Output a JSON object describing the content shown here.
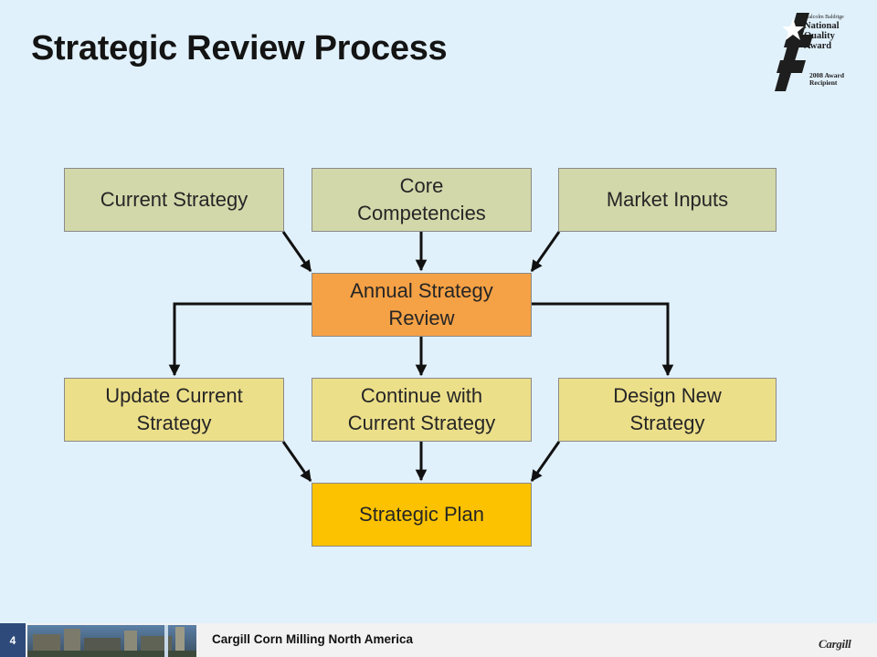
{
  "slide": {
    "title": "Strategic Review Process",
    "page_number": "4"
  },
  "award_logo": {
    "icon": "baldrige-award-star-icon",
    "line1": "Malcolm Baldrige",
    "line2": "National",
    "line3": "Quality",
    "line4": "Award",
    "line5": "2008 Award",
    "line6": "Recipient"
  },
  "diagram": {
    "inputs": [
      "Current Strategy",
      "Core\nCompetencies",
      "Market Inputs"
    ],
    "review": "Annual Strategy\nReview",
    "outcomes": [
      "Update Current\nStrategy",
      "Continue with\nCurrent Strategy",
      "Design New\nStrategy"
    ],
    "plan": "Strategic Plan",
    "colors": {
      "inputs": "#d3d8aa",
      "review": "#f5a145",
      "outcomes": "#ecdf8a",
      "plan": "#fcc200",
      "arrows": "#111111"
    }
  },
  "footer": {
    "company": "Cargill Corn Milling North America",
    "logo_text": "Cargill"
  }
}
